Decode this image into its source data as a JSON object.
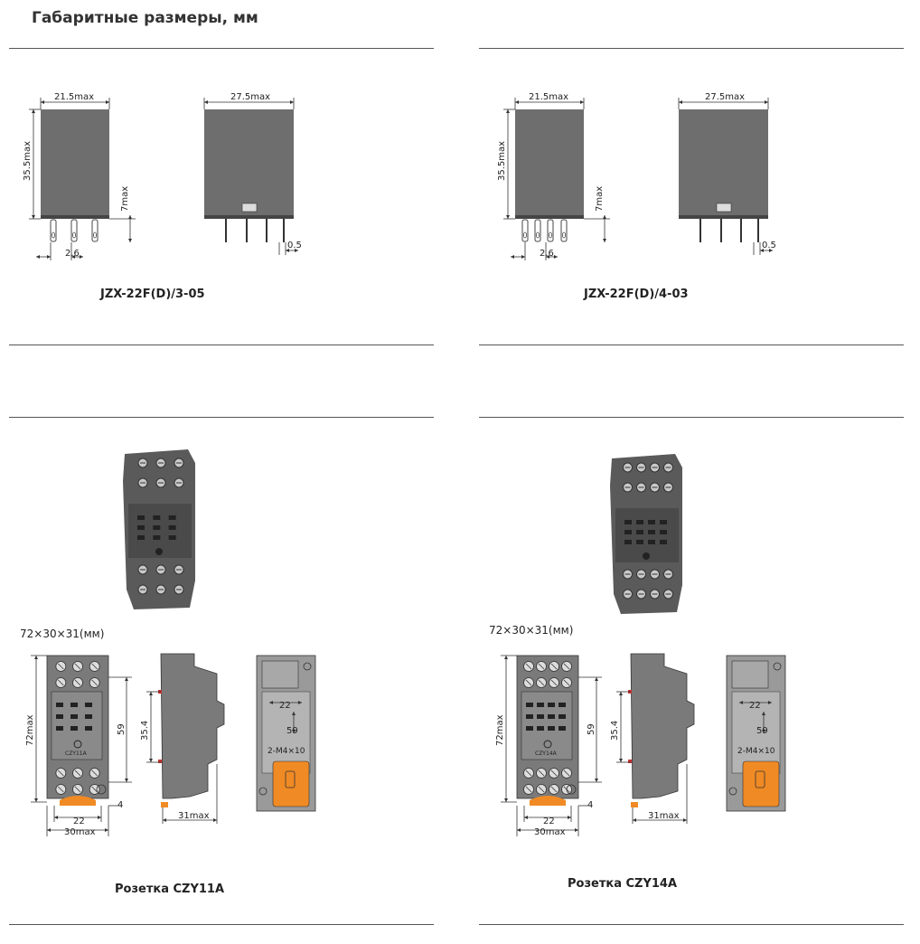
{
  "heading": "Габаритные размеры, мм",
  "relays": [
    {
      "caption": "JZX-22F(D)/3-05",
      "width_label": "21.5max",
      "depth_label": "27.5max",
      "height_label": "35.5max",
      "pin_label": "7max",
      "pitch_label": "2.6",
      "pin_thickness_label": "0.5",
      "pins": 3
    },
    {
      "caption": "JZX-22F(D)/4-03",
      "width_label": "21.5max",
      "depth_label": "27.5max",
      "height_label": "35.5max",
      "pin_label": "7max",
      "pitch_label": "2.6",
      "pin_thickness_label": "0.5",
      "pins": 4
    }
  ],
  "sockets": [
    {
      "caption": "Розетка CZY11A",
      "size_label": "72×30×31(мм)",
      "height_label": "72max",
      "h59_label": "59",
      "h354_label": "35.4",
      "w22_label": "22",
      "w30_label": "30max",
      "w4_label": "4",
      "depth_label": "31max",
      "mount22_label": "22",
      "mount59_label": "59",
      "screw_label": "2-M4×10",
      "model_mark": "CZY11A",
      "terminal_columns": 3
    },
    {
      "caption": "Розетка CZY14A",
      "size_label": "72×30×31(мм)",
      "height_label": "72max",
      "h59_label": "59",
      "h354_label": "35.4",
      "w22_label": "22",
      "w30_label": "30max",
      "w4_label": "4",
      "depth_label": "31max",
      "mount22_label": "22",
      "mount59_label": "59",
      "screw_label": "2-M4×10",
      "model_mark": "CZY14A",
      "terminal_columns": 4
    }
  ],
  "colors": {
    "body_gray": "#6e6e6e",
    "socket_gray": "#7a7a7a",
    "clip_orange": "#f08a24",
    "rule": "#555555"
  }
}
